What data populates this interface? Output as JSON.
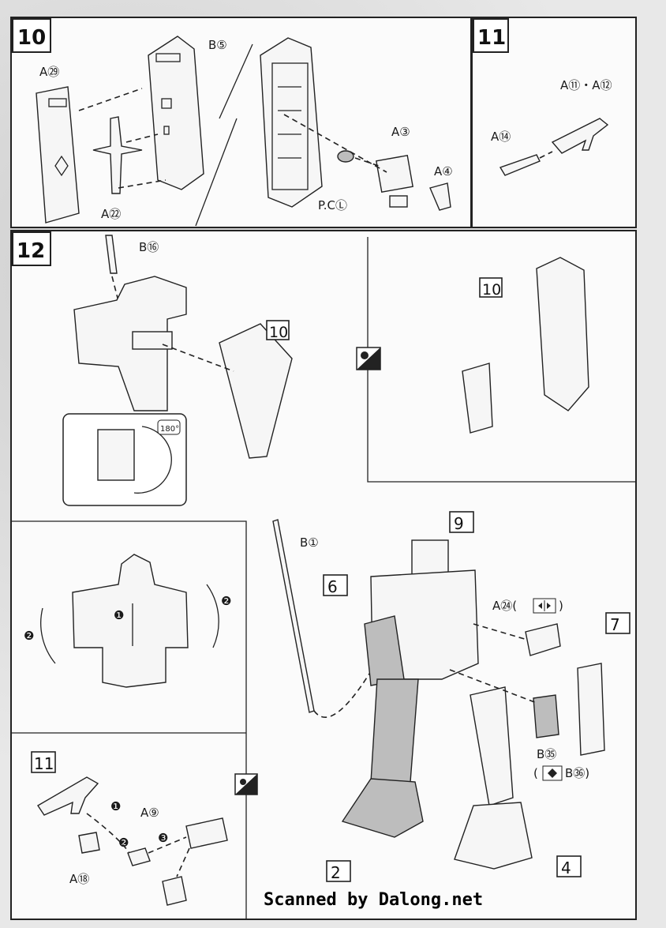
{
  "steps": {
    "s10": {
      "number": "10"
    },
    "s11": {
      "number": "11"
    },
    "s12": {
      "number": "12"
    },
    "inset11": {
      "number": "11"
    }
  },
  "labels": {
    "a29": "A㉙",
    "b5": "B⑤",
    "a22": "A㉒",
    "a3": "A③",
    "a4": "A④",
    "pcl": "P.CⓁ",
    "a11a12": "A⑪・A⑫",
    "a14": "A⑭",
    "b16": "B⑯",
    "ref10a": "10",
    "ref10b": "10",
    "b1": "B①",
    "ref9": "9",
    "ref6": "6",
    "ref7": "7",
    "a24": "A㉔(",
    "a24close": ")",
    "b35": "B㉟",
    "b36open": "(",
    "b36": "B㊱)",
    "a9": "A⑨",
    "a18": "A⑱",
    "ref2": "2",
    "ref4": "4",
    "step1": "❶",
    "step2": "❷",
    "step3": "❸",
    "rot1": "❶",
    "rot2l": "❷",
    "rot2r": "❷",
    "deg": "180°"
  },
  "credit": "Scanned by Dalong.net",
  "icons": [
    "paint-icon",
    "left-right-symmetry-icon",
    "rotate-180-icon",
    "dashed-arrow-icon"
  ]
}
